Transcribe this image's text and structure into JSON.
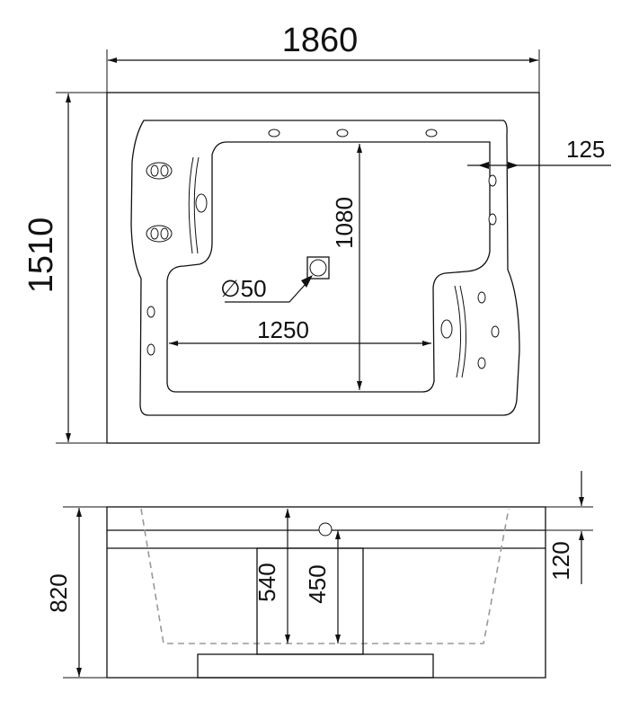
{
  "top_view": {
    "overall_width": "1860",
    "overall_depth": "1510",
    "inner_length": "1080",
    "inner_width": "1250",
    "rim_offset": "125",
    "drain_diameter": "∅50"
  },
  "side_view": {
    "total_height": "820",
    "inner_depth": "540",
    "seat_height": "450",
    "rim_height": "120"
  }
}
